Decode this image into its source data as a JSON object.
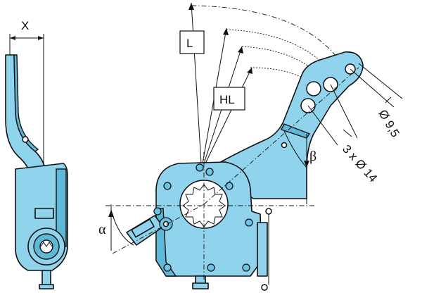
{
  "labels": {
    "x": "X",
    "l": "L",
    "hl": "HL",
    "beta": "β",
    "alpha": "α",
    "small_hole": "Ø 9,5",
    "large_holes": "3 x Ø 14"
  },
  "colors": {
    "body": "#8fd3ec",
    "outline": "#111111",
    "background": "#ffffff"
  }
}
